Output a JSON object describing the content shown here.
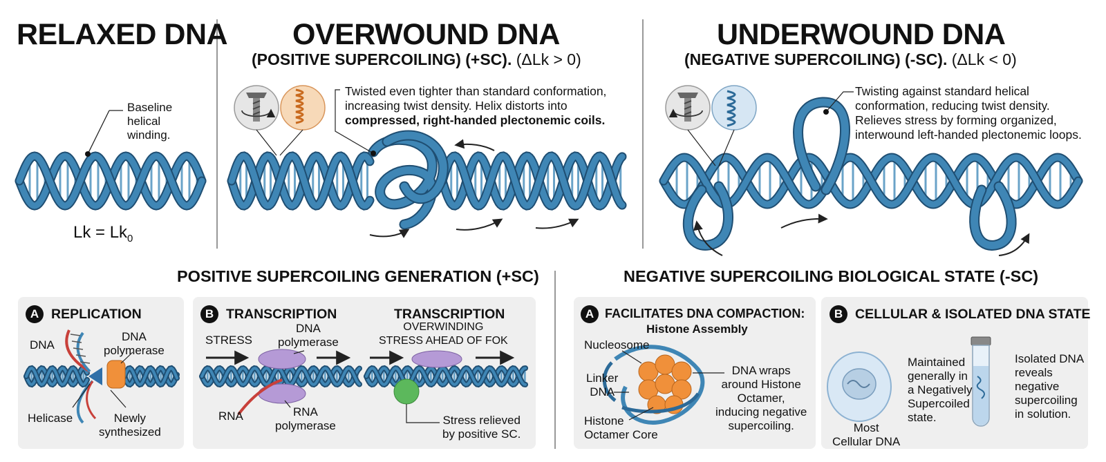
{
  "relaxed": {
    "title": "RELAXED DNA",
    "callout": "Baseline helical winding.",
    "callout_lines": [
      "Baseline",
      "helical",
      "winding."
    ],
    "formula_main": "Lk = Lk",
    "formula_sub": "0"
  },
  "overwound": {
    "title": "OVERWOUND DNA",
    "subtitle_bold": "(POSITIVE SUPERCOILING) (+SC).",
    "subtitle_normal": " (ΔLk > 0)",
    "desc_plain": "Twisted even tighter than standard conformation, increasing twist density. Helix distorts into ",
    "desc_bold": "compressed, right-handed plectonemic coils."
  },
  "underwound": {
    "title": "UNDERWOUND DNA",
    "subtitle_bold": "(NEGATIVE SUPERCOILING) (-SC).",
    "subtitle_normal": " (ΔLk < 0)",
    "desc": "Twisting against standard helical conformation, reducing twist density. Relieves stress by forming organized, interwound left-handed plectonemic loops."
  },
  "positive_section": {
    "title": "POSITIVE SUPERCOILING GENERATION (+SC)",
    "panel_a": {
      "badge": "A",
      "title": "REPLICATION",
      "dna": "DNA",
      "polymerase": "DNA\npolymerase",
      "helicase": "Helicase",
      "newly": "Newly\nsynthesized"
    },
    "panel_b": {
      "badge": "B",
      "title": "TRANSCRIPTION",
      "stress": "STRESS",
      "dna_polymerase": "DNA\npolymerase",
      "rna": "RNA",
      "rna_polymerase": "RNA\npolymerase",
      "title2": "TRANSCRIPTION",
      "overwinding": "OVERWINDING\nSTRESS AHEAD OF FOK",
      "relieved": "Stress relieved\nby positive SC."
    }
  },
  "negative_section": {
    "title": "NEGATIVE SUPERCOILING BIOLOGICAL STATE (-SC)",
    "panel_a": {
      "badge": "A",
      "title": "FACILITATES DNA COMPACTION:",
      "subtitle": "Histone Assembly",
      "nucleosome": "Nucleosome",
      "linker": "Linker\nDNA",
      "core": "Histone\nOctamer Core",
      "wraps": "DNA wraps\naround Histone\nOctamer,\ninducing negative\nsupercoiling."
    },
    "panel_b": {
      "badge": "B",
      "title": "CELLULAR & ISOLATED DNA STATE",
      "maintained": "Maintained\ngenerally in\na Negatively\nSupercoiled\nstate.",
      "cellular": "Most\nCellular DNA",
      "isolated": "Isolated DNA\nreveals\nnegative\nsupercoiling\nin solution."
    }
  },
  "colors": {
    "dna_fill": "#3f86b5",
    "dna_stroke": "#1f4e72",
    "panel_bg": "#efefef",
    "orange": "#f0903a",
    "purple": "#b59ad6",
    "green": "#5cb85c",
    "red": "#c8403a"
  }
}
